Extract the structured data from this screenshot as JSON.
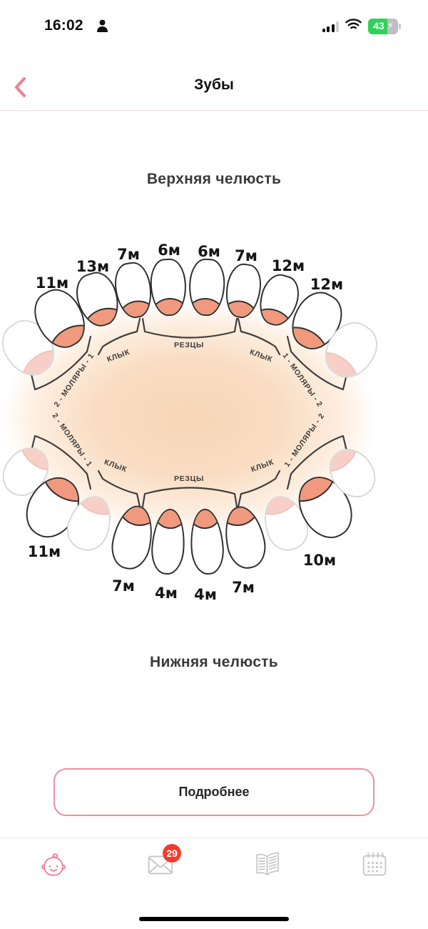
{
  "status_bar": {
    "time": "16:02",
    "battery_percent": "43"
  },
  "header": {
    "title": "Зубы"
  },
  "upper_jaw": {
    "heading": "Верхняя челюсть",
    "ages": [
      "11м",
      "13м",
      "7м",
      "6м",
      "6м",
      "7м",
      "12м",
      "12м"
    ],
    "groups": {
      "molars_left": "2 - МОЛЯРЫ - 1",
      "canine_left": "КЛЫК",
      "incisors": "РЕЗЦЫ",
      "canine_right": "КЛЫК",
      "molars_right": "1 - МОЛЯРЫ - 2"
    }
  },
  "lower_jaw": {
    "heading": "Нижняя челюсть",
    "ages": [
      "11м",
      "7м",
      "4м",
      "4м",
      "7м",
      "10м"
    ],
    "groups": {
      "molars_left": "2 - МОЛЯРЫ - 1",
      "canine_left": "КЛЫК",
      "incisors": "РЕЗЦЫ",
      "canine_right": "КЛЫК",
      "molars_right": "1 - МОЛЯРЫ - 2"
    }
  },
  "details_button": {
    "label": "Подробнее"
  },
  "tab_bar": {
    "messages_badge": "29"
  },
  "colors": {
    "accent_pink": "#ee8398",
    "badge_red": "#f43b30",
    "battery_green": "#30d158",
    "gum": "#f0997e",
    "gum_ghost": "#f8cfc6",
    "peach_glow": "#f8d5b6"
  }
}
